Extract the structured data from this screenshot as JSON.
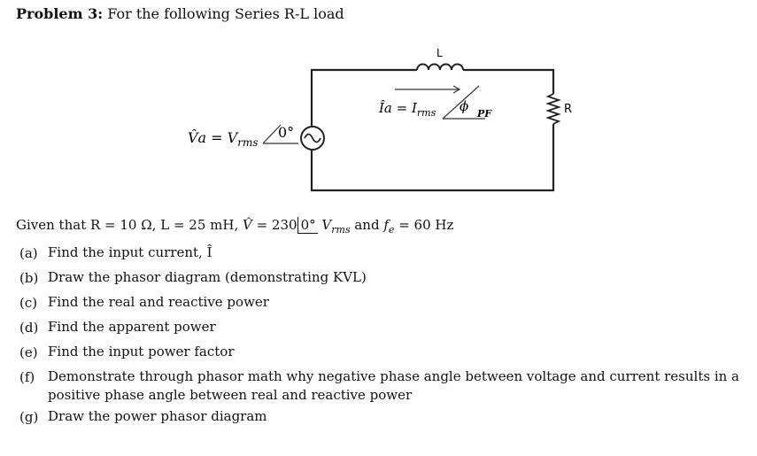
{
  "problem": {
    "label": "Problem 3:",
    "text": "For the following Series R-L load"
  },
  "circuit": {
    "inductor_label": "L",
    "resistor_label": "R",
    "source_eq_lhs": "V̂a",
    "source_eq_mid": " = V",
    "source_eq_sub": "rms",
    "source_angle": "0°",
    "current_eq_lhs": "Îa",
    "current_eq_mid": " = I",
    "current_eq_sub": "rms",
    "current_angle": "ϕ",
    "current_angle_sub": "PF"
  },
  "given": {
    "text_a": "Given that R = 10 Ω, L = 25 mH, ",
    "v_hat": "V̂",
    "text_b": " = 230",
    "angle": "0°",
    "vrms_v": "V",
    "vrms_sub": "rms",
    "text_c": " and ",
    "fe": "f",
    "fe_sub": "e",
    "text_d": " = 60 Hz"
  },
  "items": [
    {
      "label": "(a)",
      "text": "Find the input current, Î"
    },
    {
      "label": "(b)",
      "text": "Draw the phasor diagram (demonstrating KVL)"
    },
    {
      "label": "(c)",
      "text": "Find the real and reactive power"
    },
    {
      "label": "(d)",
      "text": "Find the apparent power"
    },
    {
      "label": "(e)",
      "text": "Find the input power factor"
    },
    {
      "label": "(f)",
      "text": "Demonstrate through phasor math why negative phase angle between voltage and current results in a positive phase angle between real and reactive power"
    },
    {
      "label": "(g)",
      "text": "Draw the power phasor diagram"
    }
  ]
}
